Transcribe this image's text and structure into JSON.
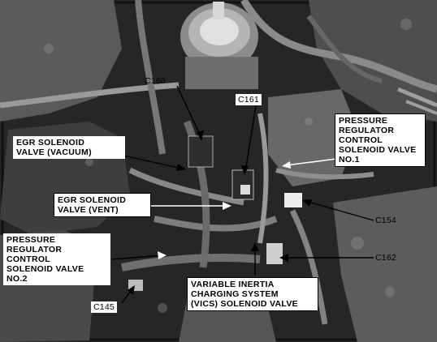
{
  "labels": {
    "c160": "C160",
    "c161": "C161",
    "egr_vacuum": "EGR SOLENOID\nVALVE (VACUUM)",
    "egr_vent": "EGR SOLENOID\nVALVE (VENT)",
    "prc_valve_1": "PRESSURE\nREGULATOR\nCONTROL\nSOLENOID VALVE\nNO.1",
    "prc_valve_2": "PRESSURE\nREGULATOR\nCONTROL\nSOLENOID VALVE\nNO.2",
    "c154": "C154",
    "c162": "C162",
    "c145": "C145",
    "vics": "VARIABLE INERTIA\nCHARGING SYSTEM\n(VICS) SOLENOID VALVE"
  }
}
